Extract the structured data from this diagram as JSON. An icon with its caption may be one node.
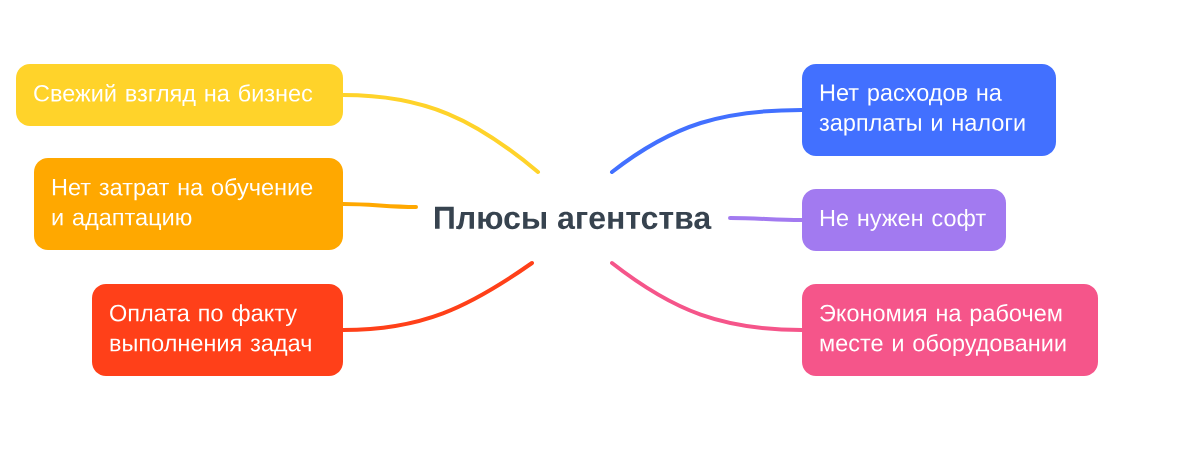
{
  "diagram": {
    "nodes": [
      {
        "text": [
          "Плюсы агентства"
        ]
      },
      {
        "text": [
          "Свежий взгляд на бизнес"
        ]
      },
      {
        "text": [
          "Нет затрат на обучение и адаптацию"
        ]
      },
      {
        "text": [
          "Оплата по факту выполнения задач"
        ]
      },
      {
        "text": [
          "Нет расходов на зарплаты и налоги"
        ]
      },
      {
        "text": [
          "Не нужен софт"
        ]
      },
      {
        "text": [
          "Экономия на рабочем месте и оборудовании"
        ]
      }
    ],
    "edges": [
      {
        "from": 0,
        "to": 1,
        "arrow": "none",
        "color": "#ffd32a"
      },
      {
        "from": 0,
        "to": 2,
        "arrow": "none",
        "color": "#ffa800"
      },
      {
        "from": 0,
        "to": 3,
        "arrow": "none",
        "color": "#ff4019"
      },
      {
        "from": 0,
        "to": 4,
        "arrow": "none",
        "color": "#4270ff"
      },
      {
        "from": 0,
        "to": 5,
        "arrow": "none",
        "color": "#a27af0"
      },
      {
        "from": 0,
        "to": 6,
        "arrow": "none",
        "color": "#f5558a"
      }
    ]
  }
}
